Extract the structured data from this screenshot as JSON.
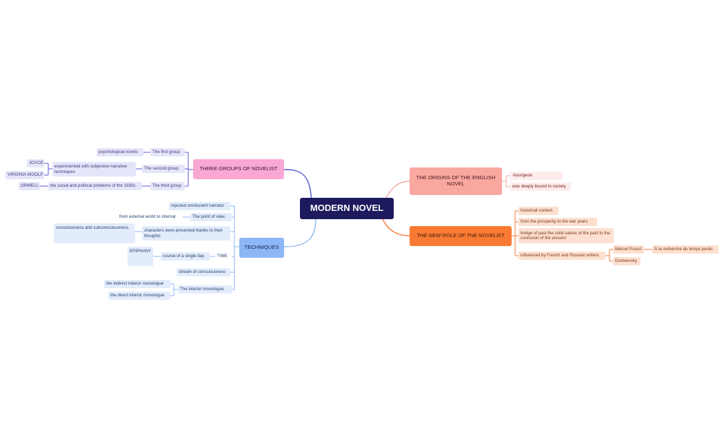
{
  "root": {
    "label": "MODERN NOVEL"
  },
  "branches": {
    "groups": {
      "label": "THREE GROUPS OF NOVELIST",
      "first": {
        "label": "The first group",
        "detail": "psychological novels"
      },
      "second": {
        "label": "The second group",
        "detail": "experimented with subjective narrative techniques",
        "authors": [
          "JOYCE",
          "VIRGINIA WOOLF"
        ]
      },
      "third": {
        "label": "The third group",
        "detail": "the social and political problems of the 1930s",
        "authors": [
          "ORWELL"
        ]
      }
    },
    "techniques": {
      "label": "TECHNIQUES",
      "rejected": "rejected omniscient narrator",
      "point_of_view": {
        "label": "The point of view.",
        "detail": "from external world to internal"
      },
      "characters": {
        "label": "characters were presented thanks to their thoughts",
        "detail": "consciousness and subconsciousness."
      },
      "time": {
        "label": "TIME",
        "detail": "course of a single day",
        "extra": "EPIPHANY"
      },
      "stream": "stream of consciousness",
      "interior": {
        "label": "The interior monologue",
        "indirect": "the indirect interior monologue",
        "direct": "the direct interior monologue"
      }
    },
    "origins": {
      "label": "THE ORIGINS OF THE ENGLISH NOVEL",
      "items": [
        "-bourgeois",
        "was deeply bound to society"
      ]
    },
    "role": {
      "label": "THE NEW ROLE OF THE NOVELIST",
      "historical": "historical context",
      "prosperity": "from the prosperity to the war years",
      "bridge": "bridge of past  the solid values of the past to the confusion of the present",
      "influenced": {
        "label": "influenced by French and Russian writers",
        "proust": "Marcel Proust",
        "proust_work": "À la recherche du temps perdu",
        "dostoevsky": "Dostoevsky"
      }
    }
  }
}
